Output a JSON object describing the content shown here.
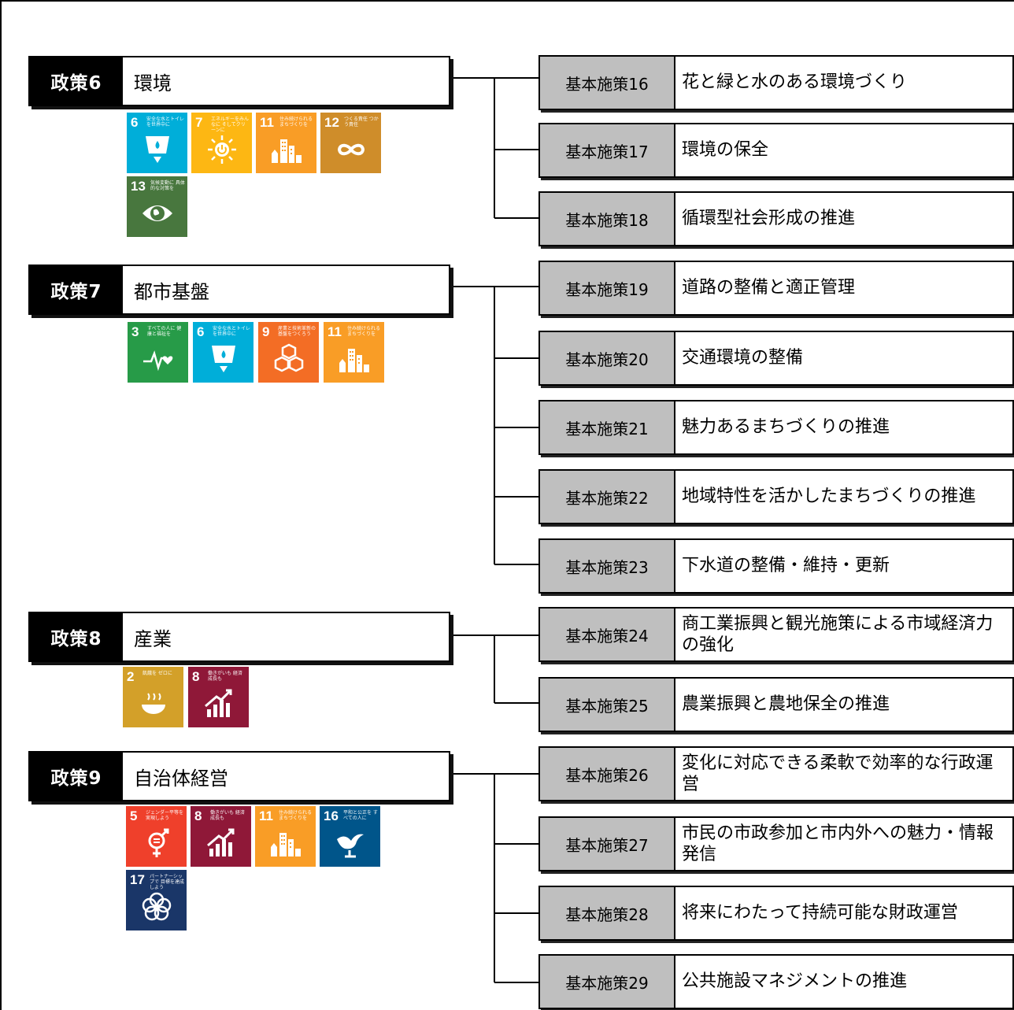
{
  "policies": [
    {
      "num": "政策6",
      "name": "環境"
    },
    {
      "num": "政策7",
      "name": "都市基盤"
    },
    {
      "num": "政策8",
      "name": "産業"
    },
    {
      "num": "政策9",
      "name": "自治体経営"
    }
  ],
  "measures": [
    {
      "num": "基本施策16",
      "name": "花と緑と水のある環境づくり"
    },
    {
      "num": "基本施策17",
      "name": "環境の保全"
    },
    {
      "num": "基本施策18",
      "name": "循環型社会形成の推進"
    },
    {
      "num": "基本施策19",
      "name": "道路の整備と適正管理"
    },
    {
      "num": "基本施策20",
      "name": "交通環境の整備"
    },
    {
      "num": "基本施策21",
      "name": "魅力あるまちづくりの推進"
    },
    {
      "num": "基本施策22",
      "name": "地域特性を活かしたまちづくりの推進"
    },
    {
      "num": "基本施策23",
      "name": "下水道の整備・維持・更新"
    },
    {
      "num": "基本施策24",
      "name": "商工業振興と観光施策による市域経済力の強化"
    },
    {
      "num": "基本施策25",
      "name": "農業振興と農地保全の推進"
    },
    {
      "num": "基本施策26",
      "name": "変化に対応できる柔軟で効率的な行政運営"
    },
    {
      "num": "基本施策27",
      "name": "市民の市政参加と市内外への魅力・情報発信"
    },
    {
      "num": "基本施策28",
      "name": "将来にわたって持続可能な財政運営"
    },
    {
      "num": "基本施策29",
      "name": "公共施設マネジメントの推進"
    }
  ],
  "sdg_goals": {
    "2": {
      "num": "2",
      "text": "飢餓を ゼロに",
      "color": "#D3A029",
      "icon": "bowl-icon"
    },
    "3": {
      "num": "3",
      "text": "すべての人に 健康と福祉を",
      "color": "#279B48",
      "icon": "heartbeat-icon"
    },
    "5": {
      "num": "5",
      "text": "ジェンダー平等を 実現しよう",
      "color": "#EF402B",
      "icon": "gender-icon"
    },
    "6": {
      "num": "6",
      "text": "安全な水とトイレ を世界中に",
      "color": "#00AED9",
      "icon": "water-drop-icon"
    },
    "7": {
      "num": "7",
      "text": "エネルギーをみんなに そしてクリーンに",
      "color": "#FDB713",
      "icon": "sun-power-icon"
    },
    "8": {
      "num": "8",
      "text": "働きがいも 経済成長も",
      "color": "#8F1838",
      "icon": "growth-chart-icon"
    },
    "9": {
      "num": "9",
      "text": "産業と技術革新の 基盤をつくろう",
      "color": "#F36D25",
      "icon": "cubes-icon"
    },
    "11": {
      "num": "11",
      "text": "住み続けられる まちづくりを",
      "color": "#F99D26",
      "icon": "city-icon"
    },
    "12": {
      "num": "12",
      "text": "つくる責任 つかう責任",
      "color": "#CF8D2A",
      "icon": "infinity-icon"
    },
    "13": {
      "num": "13",
      "text": "気候変動に 具体的な対策を",
      "color": "#48773E",
      "icon": "earth-eye-icon"
    },
    "16": {
      "num": "16",
      "text": "平和と公正を すべての人に",
      "color": "#00558A",
      "icon": "dove-icon"
    },
    "17": {
      "num": "17",
      "text": "パートナーシップで 目標を達成しよう",
      "color": "#1A3668",
      "icon": "flower-rings-icon"
    }
  },
  "policy_sdgs": {
    "0": [
      "6",
      "7",
      "11",
      "12",
      "13"
    ],
    "1": [
      "3",
      "6",
      "9",
      "11"
    ],
    "2": [
      "2",
      "8"
    ],
    "3": [
      "5",
      "8",
      "11",
      "16",
      "17"
    ]
  }
}
